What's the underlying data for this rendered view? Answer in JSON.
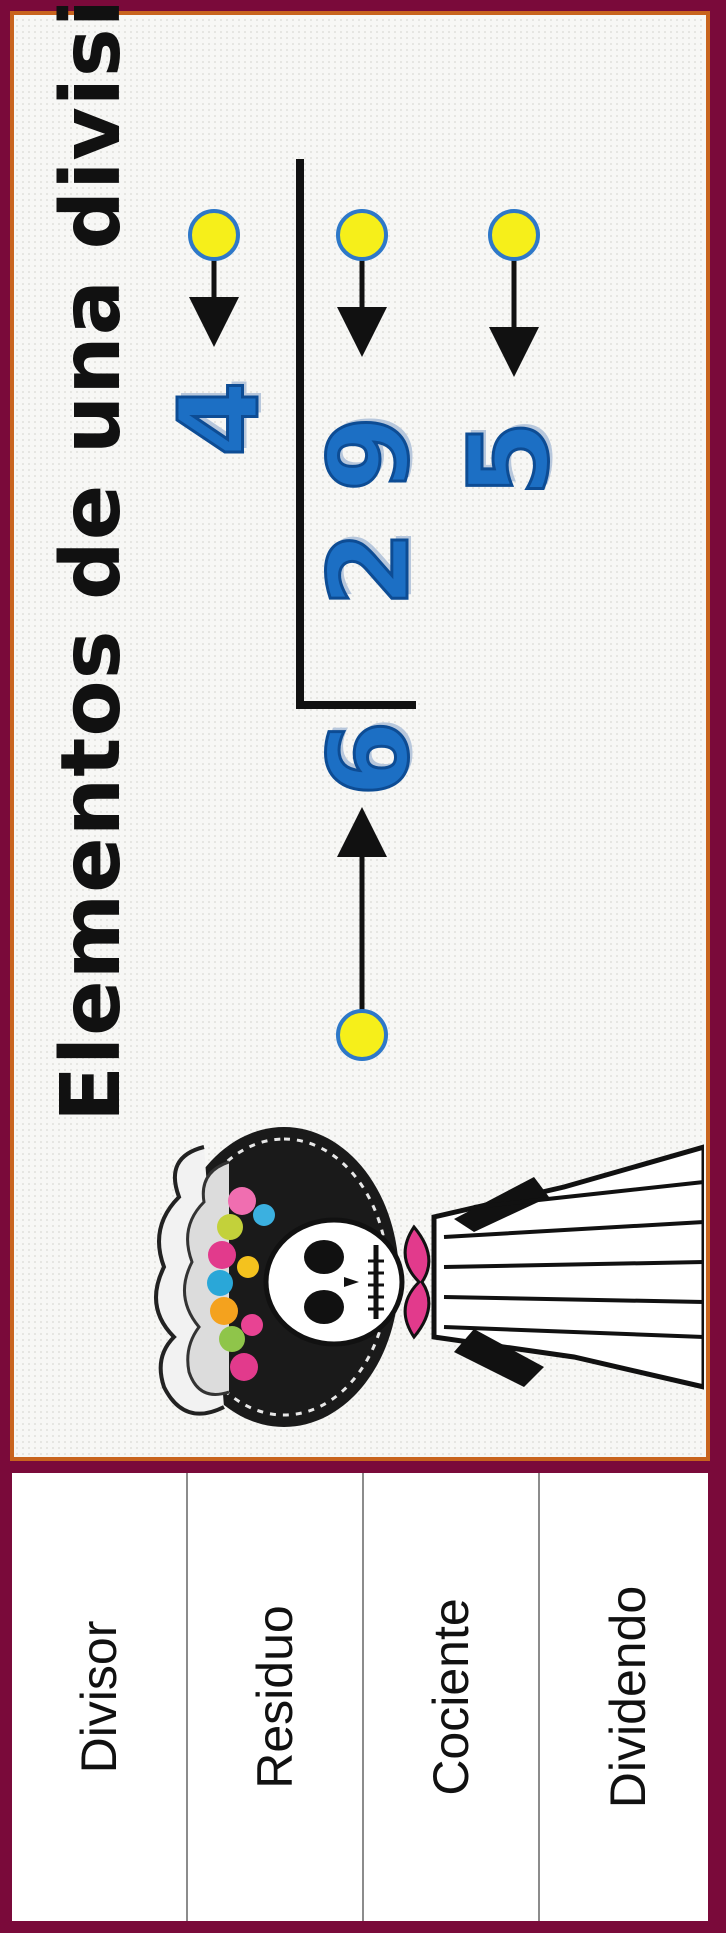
{
  "title": "Elementos de una división",
  "division": {
    "divisor": "6",
    "dividend_tens": "2",
    "dividend_ones": "9",
    "quotient": "4",
    "remainder": "5"
  },
  "illustration": "la-catrina-skeleton-icon",
  "legend": {
    "items": [
      "Divisor",
      "Residuo",
      "Cociente",
      "Dividendo"
    ]
  },
  "colors": {
    "frame": "#7a0a3a",
    "panel_border": "#c8641e",
    "digits": "#1c6fc4",
    "dots": "#f6ef1a"
  }
}
